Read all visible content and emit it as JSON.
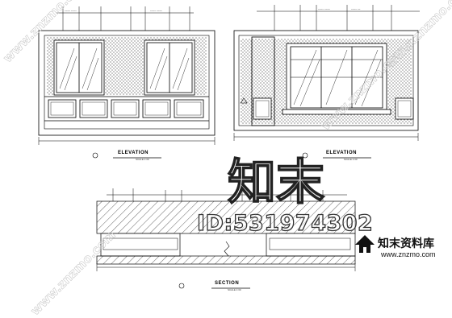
{
  "drawing": {
    "left_title": "ELEVATION",
    "left_scale": "SCALE 1:30",
    "right_title": "ELEVATION",
    "right_scale": "SCALE 1:30",
    "section_title": "SECTION",
    "section_scale": "SCALE 1:30"
  },
  "watermark": {
    "main": "知末",
    "id_text": "ID:531974302",
    "site_top": "www.znzmo.com",
    "site_bottom": "www.znzmo.com",
    "site_mid": "www.znzmo.com",
    "brand_name": "知末资料库",
    "brand_url": "www.znzmo.com",
    "brand_icon": "house-roof-icon"
  },
  "colors": {
    "ink": "#000000",
    "paper": "#ffffff",
    "watermark": "#c8c8c8"
  }
}
